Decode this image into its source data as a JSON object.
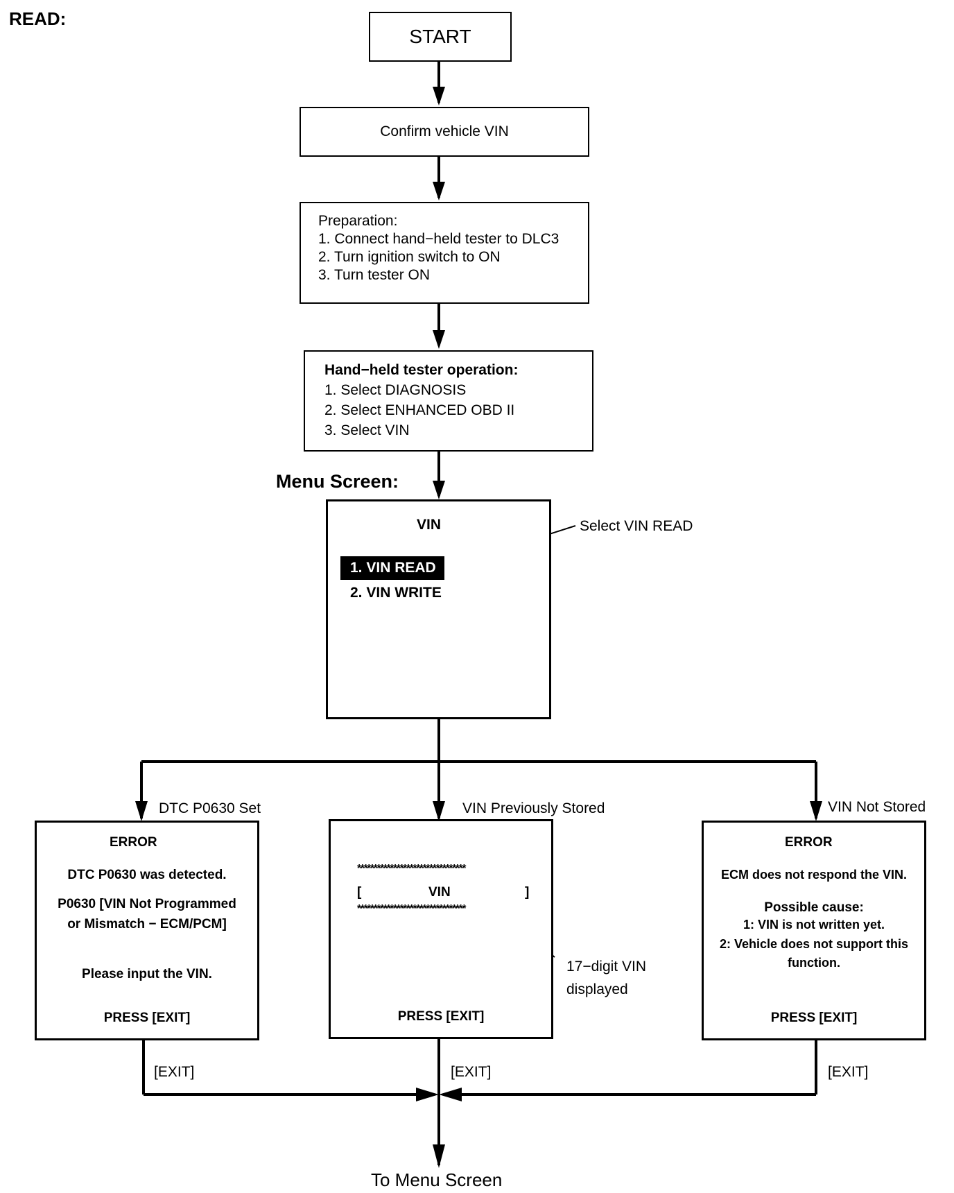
{
  "page_heading": "READ:",
  "start": "START",
  "confirm": "Confirm vehicle VIN",
  "preparation": {
    "title": "Preparation:",
    "steps": [
      "1. Connect hand−held tester to DLC3",
      "2. Turn ignition switch to ON",
      "3. Turn tester ON"
    ]
  },
  "operation": {
    "title": "Hand−held tester operation:",
    "steps": [
      "1. Select DIAGNOSIS",
      "2. Select ENHANCED OBD II",
      "3. Select VIN"
    ]
  },
  "menu_label": "Menu Screen:",
  "menu": {
    "title": "VIN",
    "item_read": "1. VIN READ",
    "item_write": "2. VIN WRITE",
    "callout": "Select VIN READ"
  },
  "branches": {
    "left_label": "DTC P0630 Set",
    "mid_label": "VIN Previously Stored",
    "right_label": "VIN Not Stored"
  },
  "left_screen": {
    "title": "ERROR",
    "line1": "DTC P0630 was detected.",
    "line2": "P0630  [VIN Not Programmed",
    "line3": "or Mismatch − ECM/PCM]",
    "line4": "Please input the VIN.",
    "press": "PRESS [EXIT]"
  },
  "mid_screen": {
    "stars": "*********************************",
    "bracket_open": "[",
    "vin": "VIN",
    "bracket_close": "]",
    "press": "PRESS [EXIT]",
    "callout_line1": "17−digit VIN",
    "callout_line2": "displayed"
  },
  "right_screen": {
    "title": "ERROR",
    "line1": "ECM does not respond the VIN.",
    "line2": "Possible cause:",
    "line3": "1: VIN is not written yet.",
    "line4": "2: Vehicle does not support this",
    "line5": "function.",
    "press": "PRESS [EXIT]"
  },
  "exit_label": "[EXIT]",
  "footer": "To Menu Screen"
}
